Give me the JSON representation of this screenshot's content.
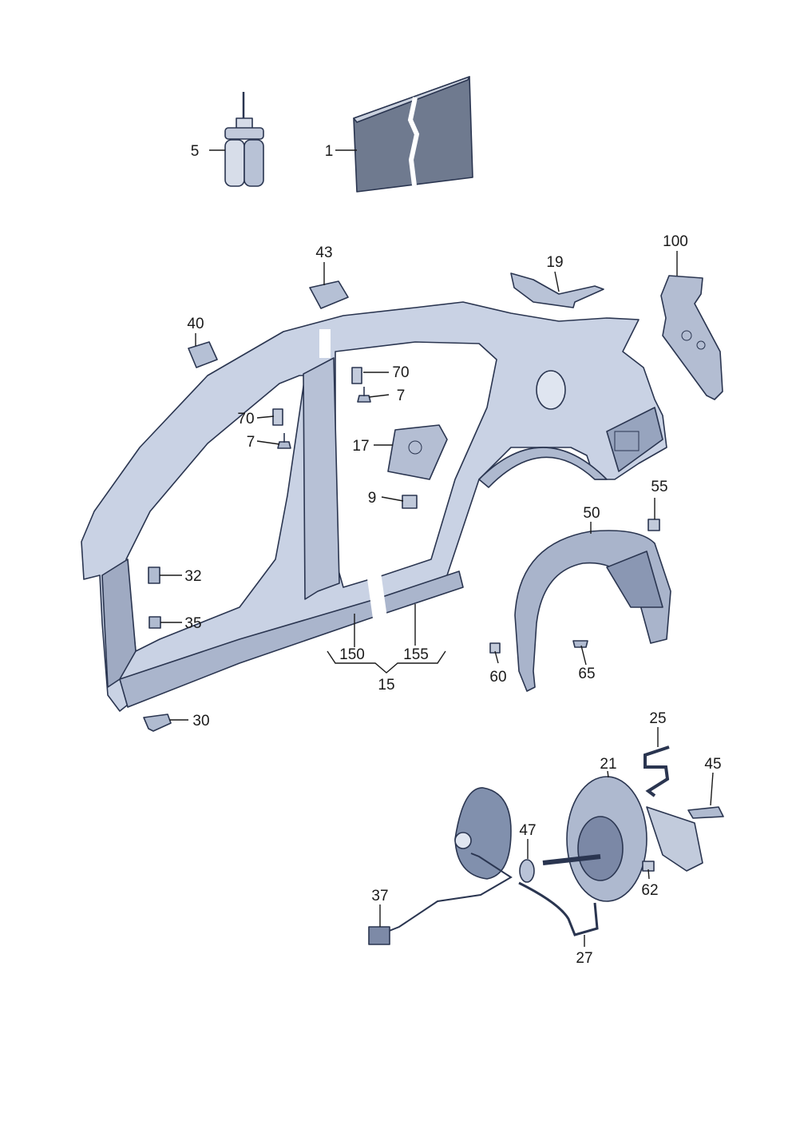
{
  "diagram": {
    "colors": {
      "body_fill": "#c9d2e4",
      "body_light": "#e3e8f2",
      "body_dark": "#8e9bb8",
      "outline": "#2a3550",
      "text": "#1a1a1a"
    },
    "callouts": {
      "c1": "1",
      "c5": "5",
      "c43": "43",
      "c40": "40",
      "c19": "19",
      "c100": "100",
      "c70a": "70",
      "c7a": "7",
      "c70b": "70",
      "c7b": "7",
      "c17": "17",
      "c9": "9",
      "c32": "32",
      "c35": "35",
      "c30": "30",
      "c150": "150",
      "c155": "155",
      "c15": "15",
      "c55": "55",
      "c50": "50",
      "c60": "60",
      "c65": "65",
      "c25": "25",
      "c21": "21",
      "c45": "45",
      "c47": "47",
      "c62": "62",
      "c37": "37",
      "c27": "27"
    }
  }
}
